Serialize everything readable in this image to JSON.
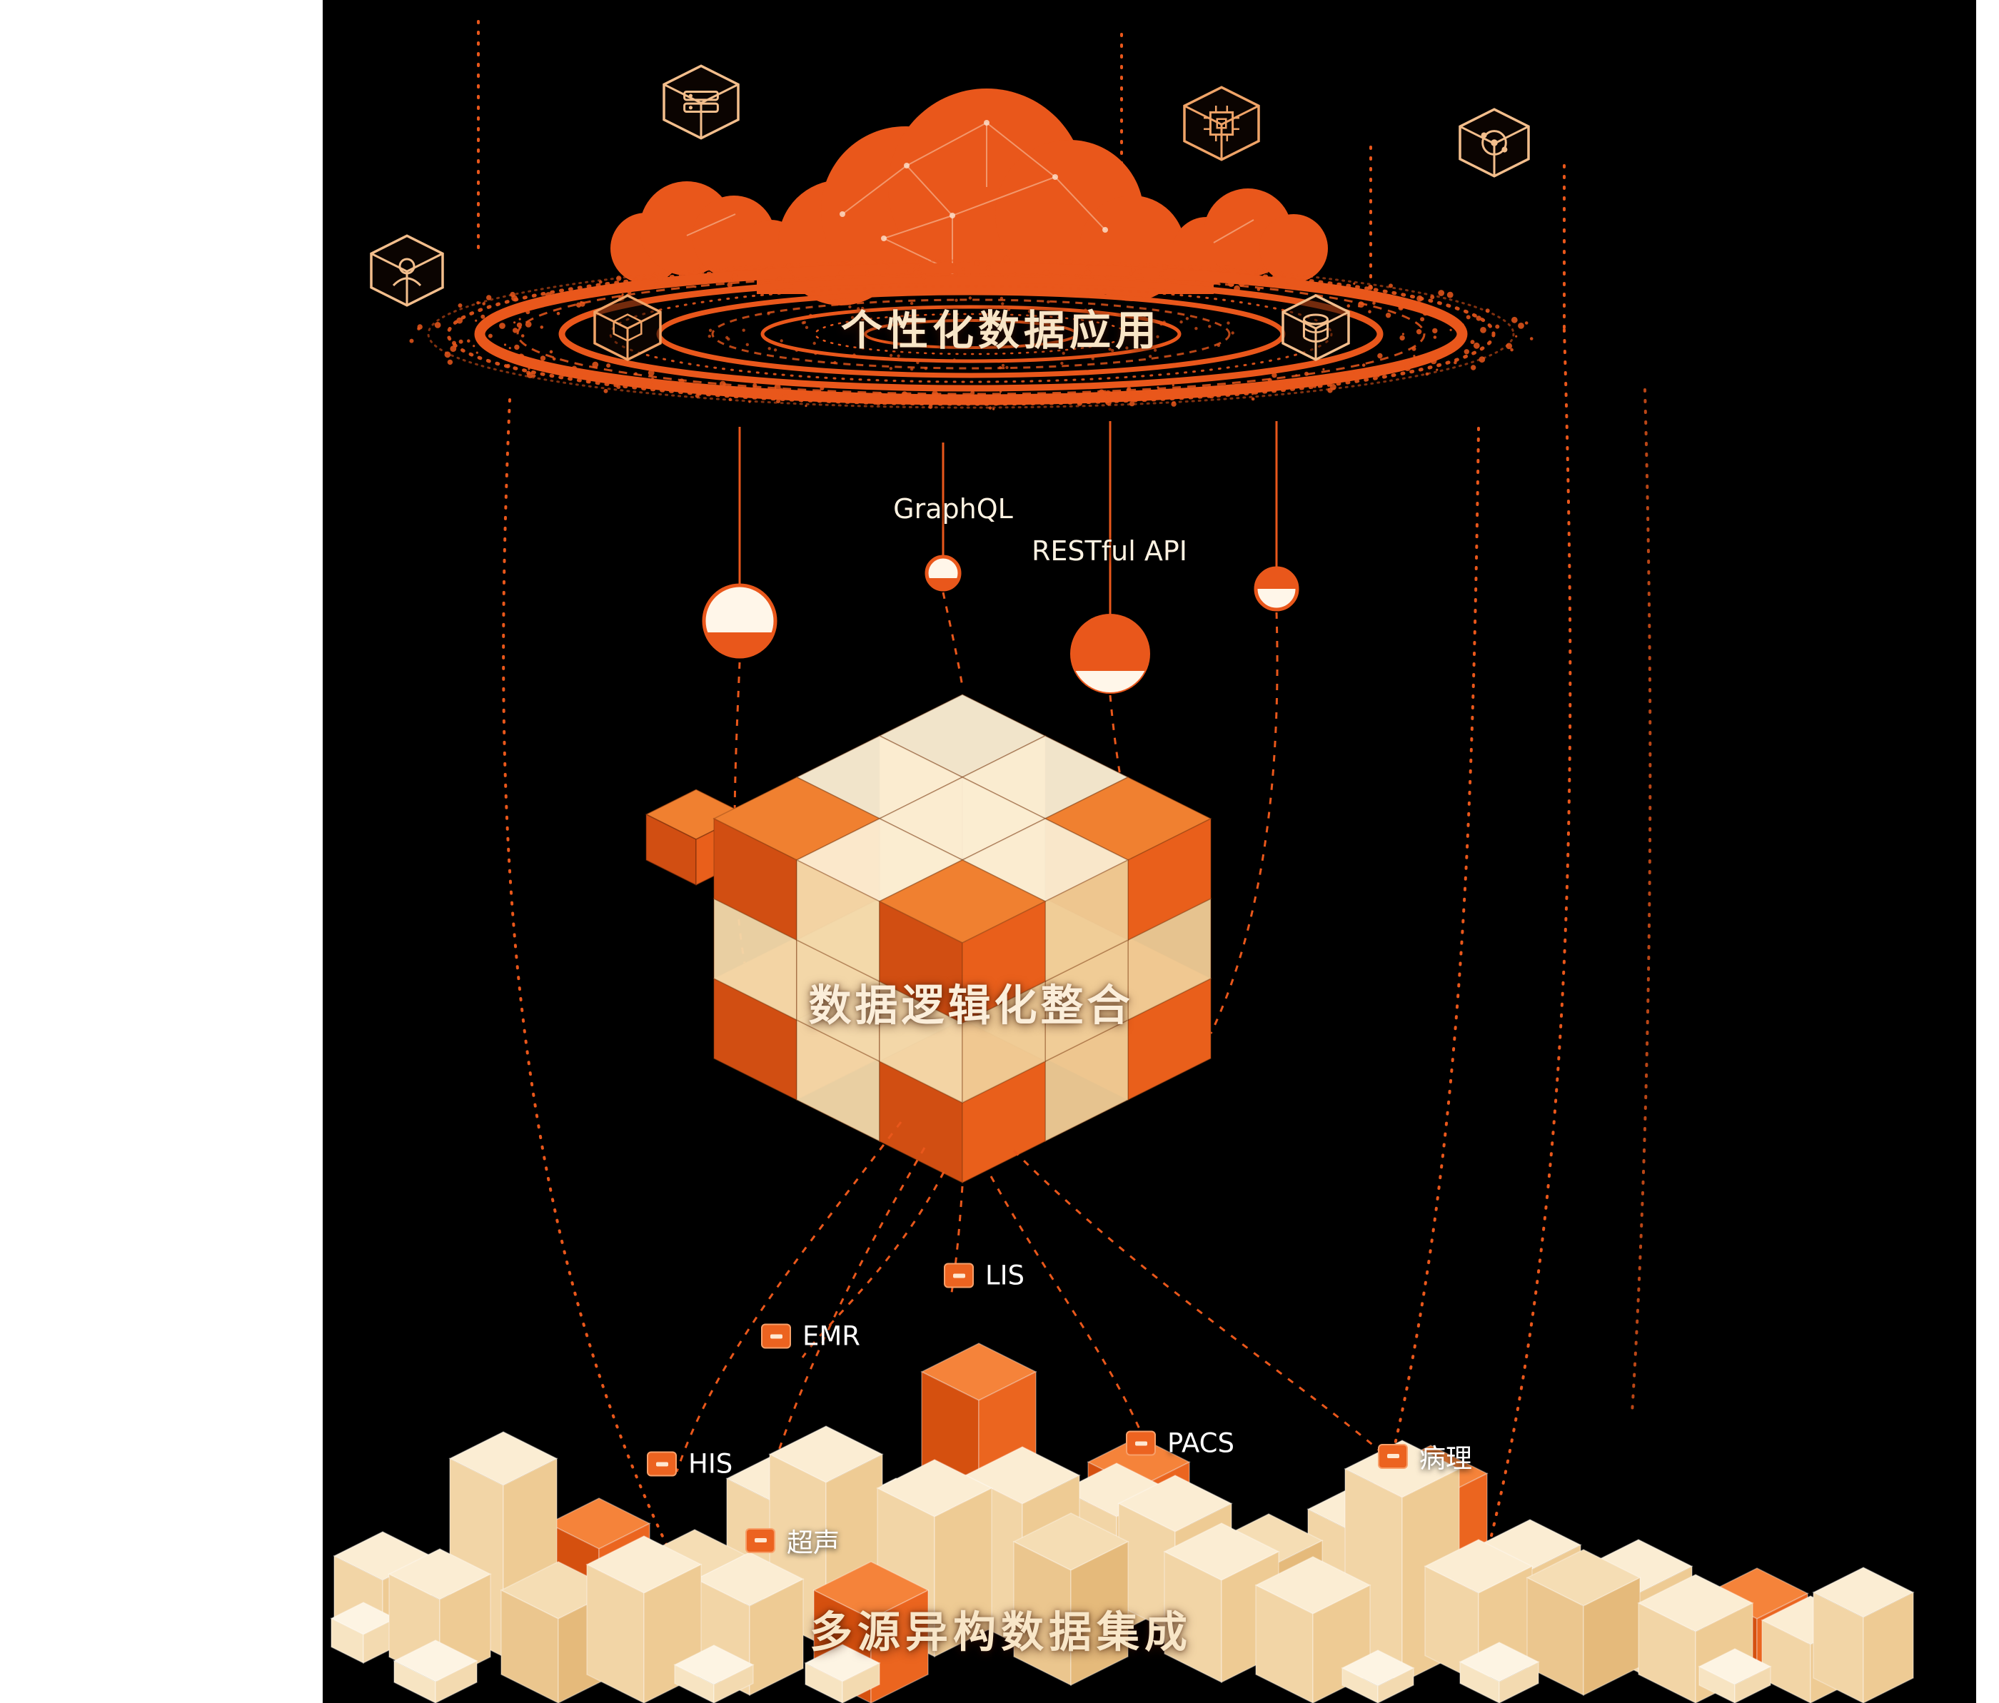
{
  "layers": {
    "application": {
      "title": "个性化数据应用"
    },
    "integration": {
      "title": "数据逻辑化整合"
    },
    "sources_layer": {
      "title": "多源异构数据集成"
    }
  },
  "api": {
    "graphql": "GraphQL",
    "restful": "RESTful API"
  },
  "sources": [
    {
      "label": "LIS"
    },
    {
      "label": "EMR"
    },
    {
      "label": "HIS"
    },
    {
      "label": "PACS"
    },
    {
      "label": "病理"
    },
    {
      "label": "超声"
    }
  ],
  "icons": {
    "top_cubes": [
      "server-cube-icon",
      "chip-cube-icon",
      "atom-cube-icon",
      "user-cube-icon",
      "box-cube-icon",
      "database-cube-icon"
    ],
    "source_bullet": "tag-bullet-icon"
  },
  "colors": {
    "primary": "#E9571B",
    "accent": "#EC6320",
    "cream": "#F8E6C8",
    "background": "#000000",
    "text": "#FFFFFF"
  }
}
